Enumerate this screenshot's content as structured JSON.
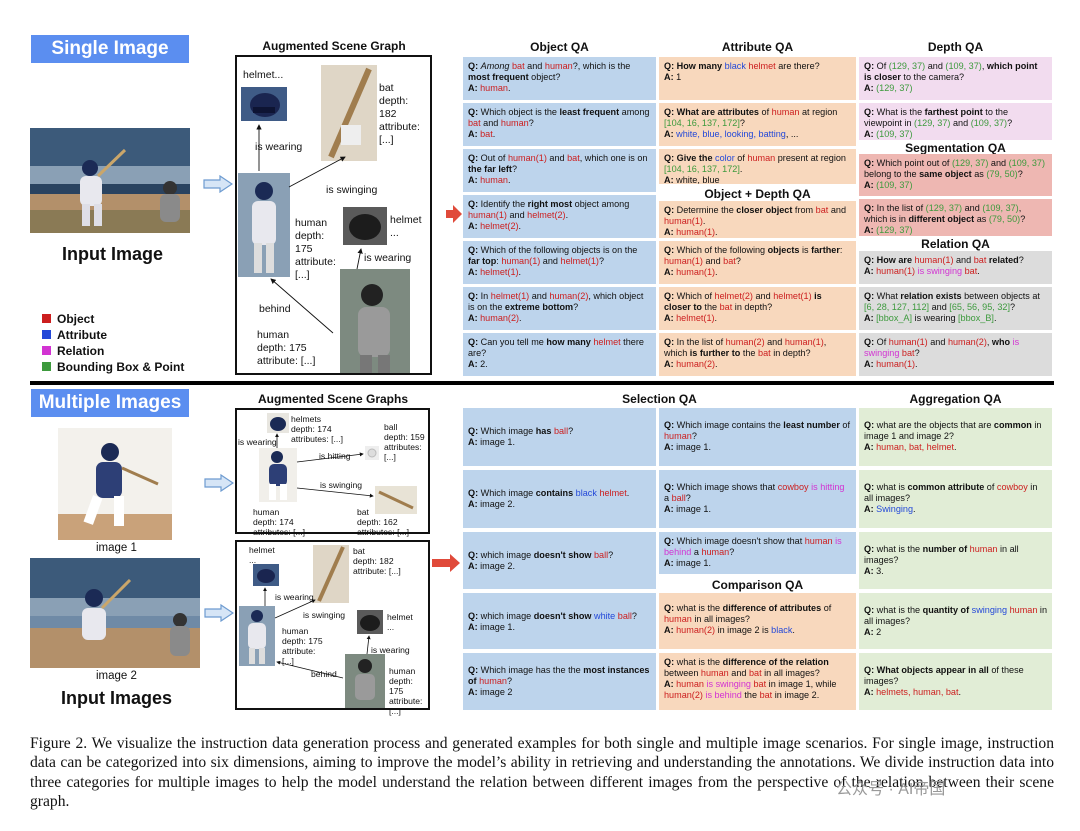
{
  "single": {
    "badge": "Single Image",
    "input_label": "Input Image",
    "sg_title": "Augmented Scene Graph",
    "sg": {
      "helmet": "helmet...",
      "bat_lines": [
        "bat",
        "depth:",
        "182",
        "attribute:",
        "[...]"
      ],
      "is_wearing_1": "is wearing",
      "is_swinging": "is swinging",
      "human_lines": [
        "human",
        "depth:",
        "175",
        "attribute:",
        "[...]"
      ],
      "helmet2": [
        "helmet",
        "..."
      ],
      "is_wearing_2": "is wearing",
      "behind": "behind",
      "human2_lines": [
        "human",
        "depth: 175",
        "attribute: [...]"
      ]
    },
    "legend": [
      {
        "label": "Object",
        "color": "#cc1e1e"
      },
      {
        "label": "Attribute",
        "color": "#2348d8"
      },
      {
        "label": "Relation",
        "color": "#d233d2"
      },
      {
        "label": "Bounding Box & Point",
        "color": "#3d9a3d"
      }
    ],
    "titles": {
      "object": "Object QA",
      "attribute": "Attribute QA",
      "depth": "Depth QA",
      "object_depth": "Object + Depth QA",
      "segmentation": "Segmentation QA",
      "relation": "Relation QA"
    }
  },
  "multi": {
    "badge": "Multiple Images",
    "sg_title": "Augmented Scene Graphs",
    "image1": "image 1",
    "image2": "image 2",
    "input_label": "Input Images",
    "sg1": {
      "helmets": [
        "helmets",
        "depth: 174",
        "attributes: [...]"
      ],
      "is_wearing": "is wearing",
      "ball": [
        "ball",
        "depth: 159",
        "attributes:",
        "[...]"
      ],
      "is_hitting": "is hitting",
      "is_swinging": "is swinging",
      "human": [
        "human",
        "depth: 174",
        "attributes: [...]"
      ],
      "bat": [
        "bat",
        "depth: 162",
        "attributes: [...]"
      ]
    },
    "sg2": {
      "helmet": [
        "helmet",
        "..."
      ],
      "bat": [
        "bat",
        "depth: 182",
        "attribute: [...]"
      ],
      "is_wearing": "is wearing",
      "is_swinging": "is swinging",
      "helmet2": [
        "helmet",
        "..."
      ],
      "human": [
        "human",
        "depth: 175",
        "attribute:",
        "[...]"
      ],
      "is_wearing2": "is wearing",
      "behind": "behind",
      "human2": [
        "human",
        "depth: 175",
        "attribute:",
        "[...]"
      ]
    },
    "titles": {
      "selection": "Selection QA",
      "aggregation": "Aggregation QA",
      "comparison": "Comparison QA"
    }
  },
  "caption": "Figure 2. We visualize the instruction data generation process and generated examples for both single and multiple image scenarios. For single image, instruction data can be categorized into six dimensions, aiming to improve the model’s ability in retrieving and understanding the annotations. We divide instruction data into three categories for multiple images to help the model understand the relation between different images from the perspective of the relation between their scene graph.",
  "watermark": "公众号 · AI帝国"
}
